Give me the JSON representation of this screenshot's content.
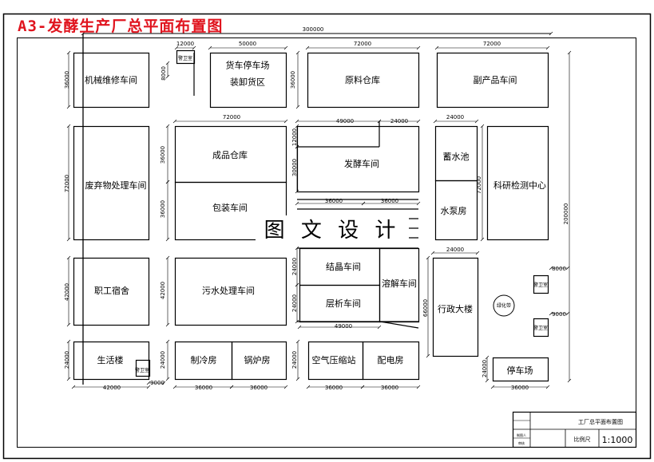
{
  "title": "A3-发酵生产厂总平面布置图",
  "watermark": "图 文 设 计",
  "buildings": {
    "b_jixie": "机械维修车间",
    "b_huoche": "货车停车场\n装卸货区",
    "b_yuanliao": "原料仓库",
    "b_fuchan": "副产品车间",
    "b_feiqi": "废弃物处理车间",
    "b_chengpin": "成品仓库",
    "b_baozhuang": "包装车间",
    "b_fajiao": "发酵车间",
    "b_xushui": "蓄水池",
    "b_shuibeng": "水泵房",
    "b_keyan": "科研检测中心",
    "b_sushe": "职工宿舍",
    "b_wushui": "污水处理车间",
    "b_jiejing": "结晶车间",
    "b_cengxi": "层析车间",
    "b_rongjie": "溶解车间",
    "b_xingzheng": "行政大楼",
    "b_shenghuo": "生活楼",
    "b_zhileng": "制冷房",
    "b_guolu": "锅炉房",
    "b_kongya": "空气压缩站",
    "b_peidian": "配电房",
    "b_tingche": "停车场",
    "b_lvhua": "绿化带",
    "b_jingwei1": "警卫室",
    "b_jingwei2": "警卫室",
    "b_jingwei3": "警卫室",
    "b_jingwei4": "警卫室"
  },
  "dimensions": {
    "d_total_top": "300000",
    "d_12000_top": "12000",
    "d_50000": "50000",
    "d_72000_top1": "72000",
    "d_72000_top2": "72000",
    "d_36000_left1": "36000",
    "d_8000_left": "8000",
    "d_36000_left2": "36000",
    "d_72000_left": "72000",
    "d_72000_mid": "72000",
    "d_36000_cp": "36000",
    "d_36000_bz": "36000",
    "d_49000_top": "49000",
    "d_24000_top": "24000",
    "d_12000_mid": "12000",
    "d_30000": "30000",
    "d_24000_xs": "24000",
    "d_72000_ky": "72000",
    "d_36000_a": "36000",
    "d_36000_b": "36000",
    "d_total_right": "200000",
    "d_42000_left": "42000",
    "d_42000_ws": "42000",
    "d_24000_js": "24000",
    "d_24000_cx": "24000",
    "d_49000_bot": "49000",
    "d_24000_xz": "24000",
    "d_66000": "66000",
    "d_8000_right": "8000",
    "d_9000_right": "9000",
    "d_24000_left2": "24000",
    "d_24000_zl": "24000",
    "d_24000_ky2": "24000",
    "d_24000_tc": "24000",
    "d_42000_bot": "42000",
    "d_9000_bot": "9000",
    "d_36000_zl": "36000",
    "d_36000_gl": "36000",
    "d_36000_ky": "36000",
    "d_36000_pd": "36000",
    "d_36000_tc": "36000"
  },
  "title_block": {
    "name": "工厂总平面布置图",
    "scale_label": "比例尺",
    "scale_value": "1:1000",
    "row1": "制图人",
    "row2": "审核"
  }
}
